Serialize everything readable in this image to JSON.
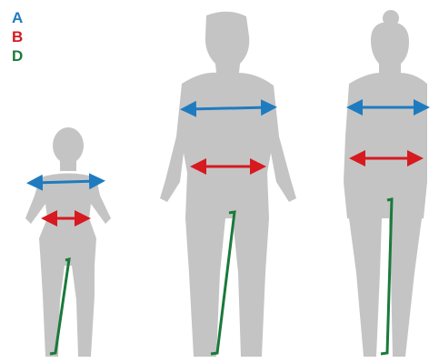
{
  "legend": {
    "a": {
      "label": "A",
      "color": "#1f7bbf"
    },
    "b": {
      "label": "B",
      "color": "#d71920"
    },
    "d": {
      "label": "D",
      "color": "#1a7a3a"
    }
  },
  "silhouette_color": "#c4c4c4",
  "figures": [
    "child",
    "man",
    "woman"
  ]
}
